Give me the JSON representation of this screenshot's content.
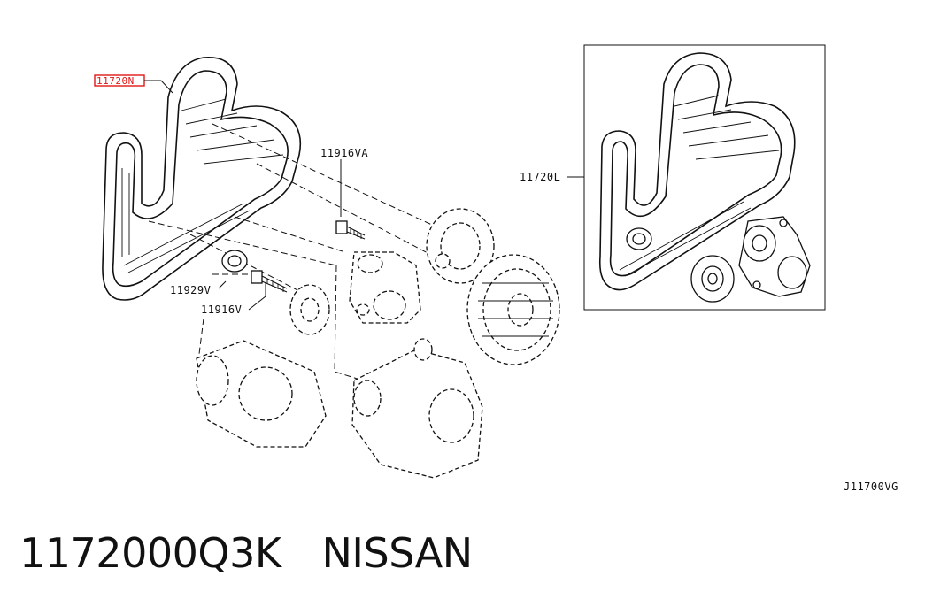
{
  "labels": {
    "belt_main": "11720N",
    "bolt_tensioner": "11916VA",
    "pulley": "11929V",
    "bolt_idler": "11916V",
    "belt_detail": "11720L",
    "diagram_code": "J11700VG"
  },
  "footer": {
    "part_number": "1172000Q3K",
    "brand": "NISSAN"
  },
  "colors": {
    "highlight": "#e01818",
    "ink": "#111111"
  }
}
